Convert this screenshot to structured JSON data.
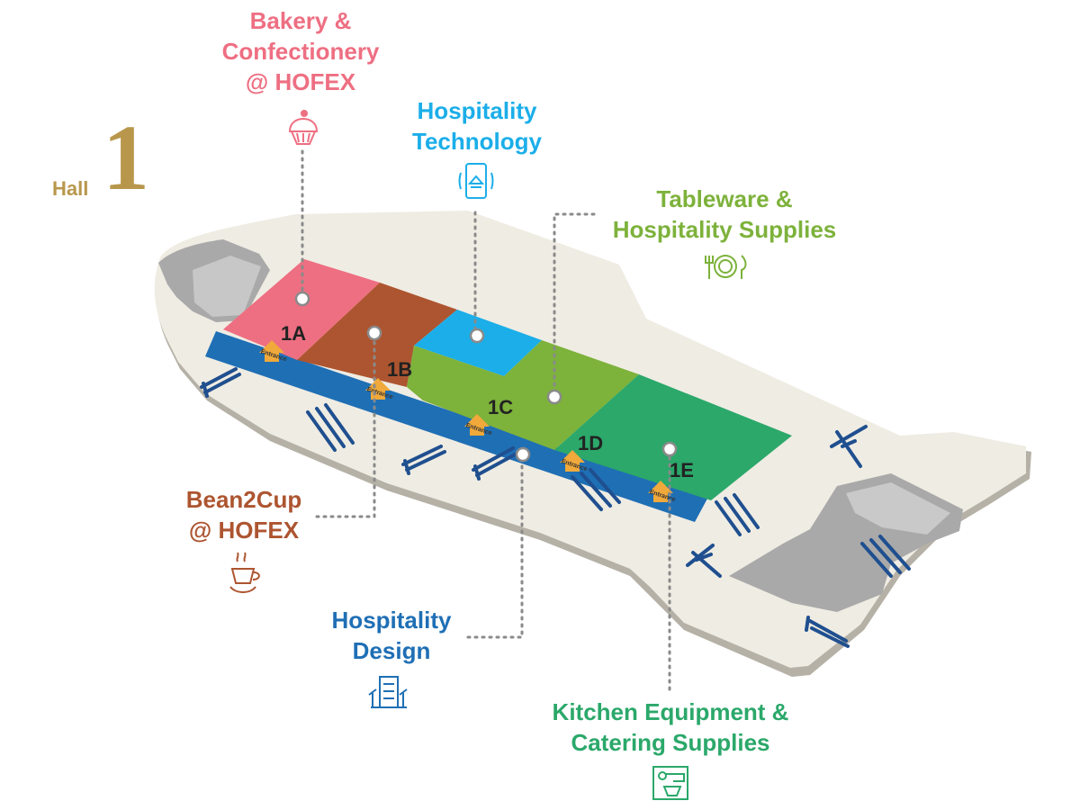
{
  "hall": {
    "word": "Hall",
    "number": "1"
  },
  "colors": {
    "bakery": "#ee6f82",
    "bean2cup": "#ad5530",
    "technology": "#1baee9",
    "tableware": "#7db23b",
    "kitchen": "#2ba86a",
    "design": "#1f6fb5",
    "hall": "#b8974c",
    "floor": "#efece3",
    "floor_shadow": "#b5b1a6"
  },
  "zones": [
    {
      "code": "1A",
      "name": "Bakery & Confectionery @ HOFEX",
      "color": "bakery"
    },
    {
      "code": "1B",
      "name": "Bean2Cup @ HOFEX",
      "color": "bean2cup"
    },
    {
      "code": "1C",
      "name": "Tableware & Hospitality Supplies",
      "color": "tableware"
    },
    {
      "code": "1D",
      "name": "Kitchen Equipment & Catering Supplies",
      "color": "kitchen"
    },
    {
      "code": "1E",
      "name": "Kitchen Equipment & Catering Supplies",
      "color": "kitchen"
    }
  ],
  "categories": {
    "bakery": {
      "label": "Bakery &\nConfectionery\n@ HOFEX",
      "icon": "cupcake-icon"
    },
    "technology": {
      "label": "Hospitality\nTechnology",
      "icon": "smartphone-icon"
    },
    "tableware": {
      "label": "Tableware &\nHospitality Supplies",
      "icon": "plate-cutlery-icon"
    },
    "bean2cup": {
      "label": "Bean2Cup\n@ HOFEX",
      "icon": "coffee-cup-icon"
    },
    "design": {
      "label": "Hospitality\nDesign",
      "icon": "hotel-building-icon"
    },
    "kitchen": {
      "label": "Kitchen Equipment &\nCatering Supplies",
      "icon": "stand-mixer-icon"
    }
  },
  "entrance_label": "Entrance"
}
